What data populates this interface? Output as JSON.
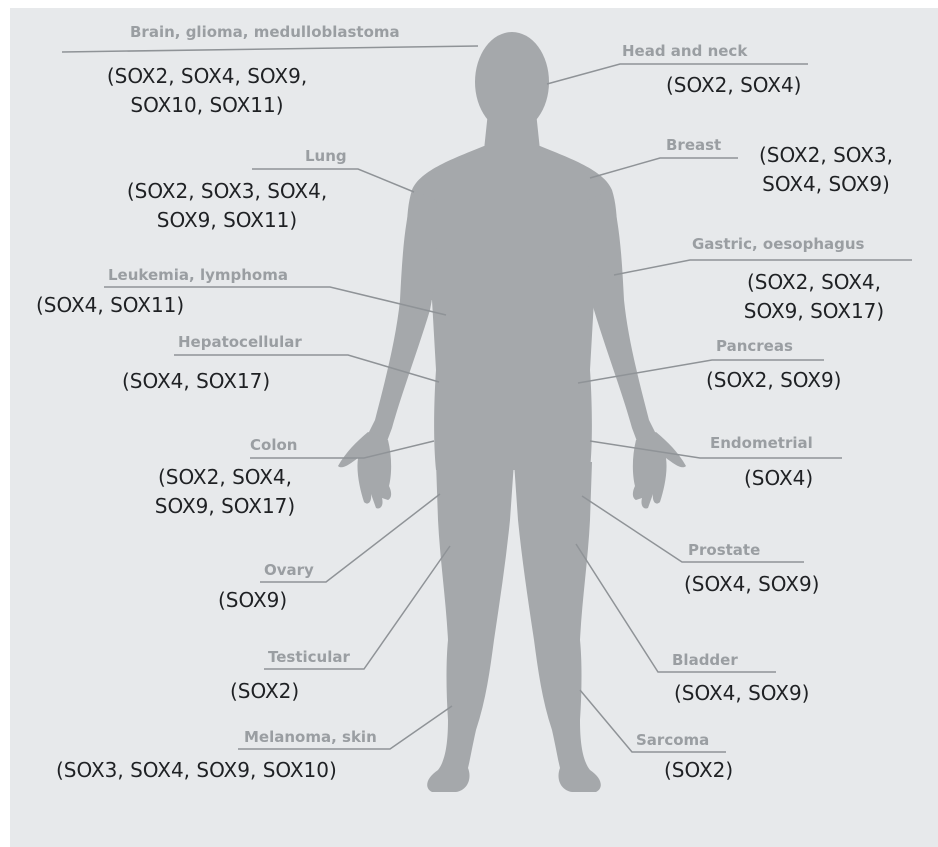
{
  "colors": {
    "background": "#e7e9eb",
    "silhouette": "#a5a8ab",
    "leader_line": "#8f9397",
    "label_text": "#9a9ea2",
    "gene_text": "#1f2124"
  },
  "silhouette": {
    "icon": "human-body-silhouette"
  },
  "annotations": [
    {
      "id": "brain",
      "label": "Brain, glioma, medulloblastoma",
      "genes": [
        "(SOX2, SOX4, SOX9,",
        "SOX10, SOX11)"
      ]
    },
    {
      "id": "head-neck",
      "label": "Head and neck",
      "genes": [
        "(SOX2, SOX4)"
      ]
    },
    {
      "id": "lung",
      "label": "Lung",
      "genes": [
        "(SOX2, SOX3, SOX4,",
        "SOX9, SOX11)"
      ]
    },
    {
      "id": "breast",
      "label": "Breast",
      "genes": [
        "(SOX2, SOX3,",
        "SOX4, SOX9)"
      ]
    },
    {
      "id": "leukemia",
      "label": "Leukemia, lymphoma",
      "genes": [
        "(SOX4, SOX11)"
      ]
    },
    {
      "id": "gastric",
      "label": "Gastric, oesophagus",
      "genes": [
        "(SOX2, SOX4,",
        "SOX9, SOX17)"
      ]
    },
    {
      "id": "hepatocellular",
      "label": "Hepatocellular",
      "genes": [
        "(SOX4, SOX17)"
      ]
    },
    {
      "id": "pancreas",
      "label": "Pancreas",
      "genes": [
        "(SOX2, SOX9)"
      ]
    },
    {
      "id": "colon",
      "label": "Colon",
      "genes": [
        "(SOX2, SOX4,",
        "SOX9, SOX17)"
      ]
    },
    {
      "id": "endometrial",
      "label": "Endometrial",
      "genes": [
        "(SOX4)"
      ]
    },
    {
      "id": "ovary",
      "label": "Ovary",
      "genes": [
        "(SOX9)"
      ]
    },
    {
      "id": "prostate",
      "label": "Prostate",
      "genes": [
        "(SOX4, SOX9)"
      ]
    },
    {
      "id": "testicular",
      "label": "Testicular",
      "genes": [
        "(SOX2)"
      ]
    },
    {
      "id": "bladder",
      "label": "Bladder",
      "genes": [
        "(SOX4, SOX9)"
      ]
    },
    {
      "id": "melanoma",
      "label": "Melanoma, skin",
      "genes": [
        "(SOX3, SOX4, SOX9, SOX10)"
      ]
    },
    {
      "id": "sarcoma",
      "label": "Sarcoma",
      "genes": [
        "(SOX2)"
      ]
    }
  ]
}
